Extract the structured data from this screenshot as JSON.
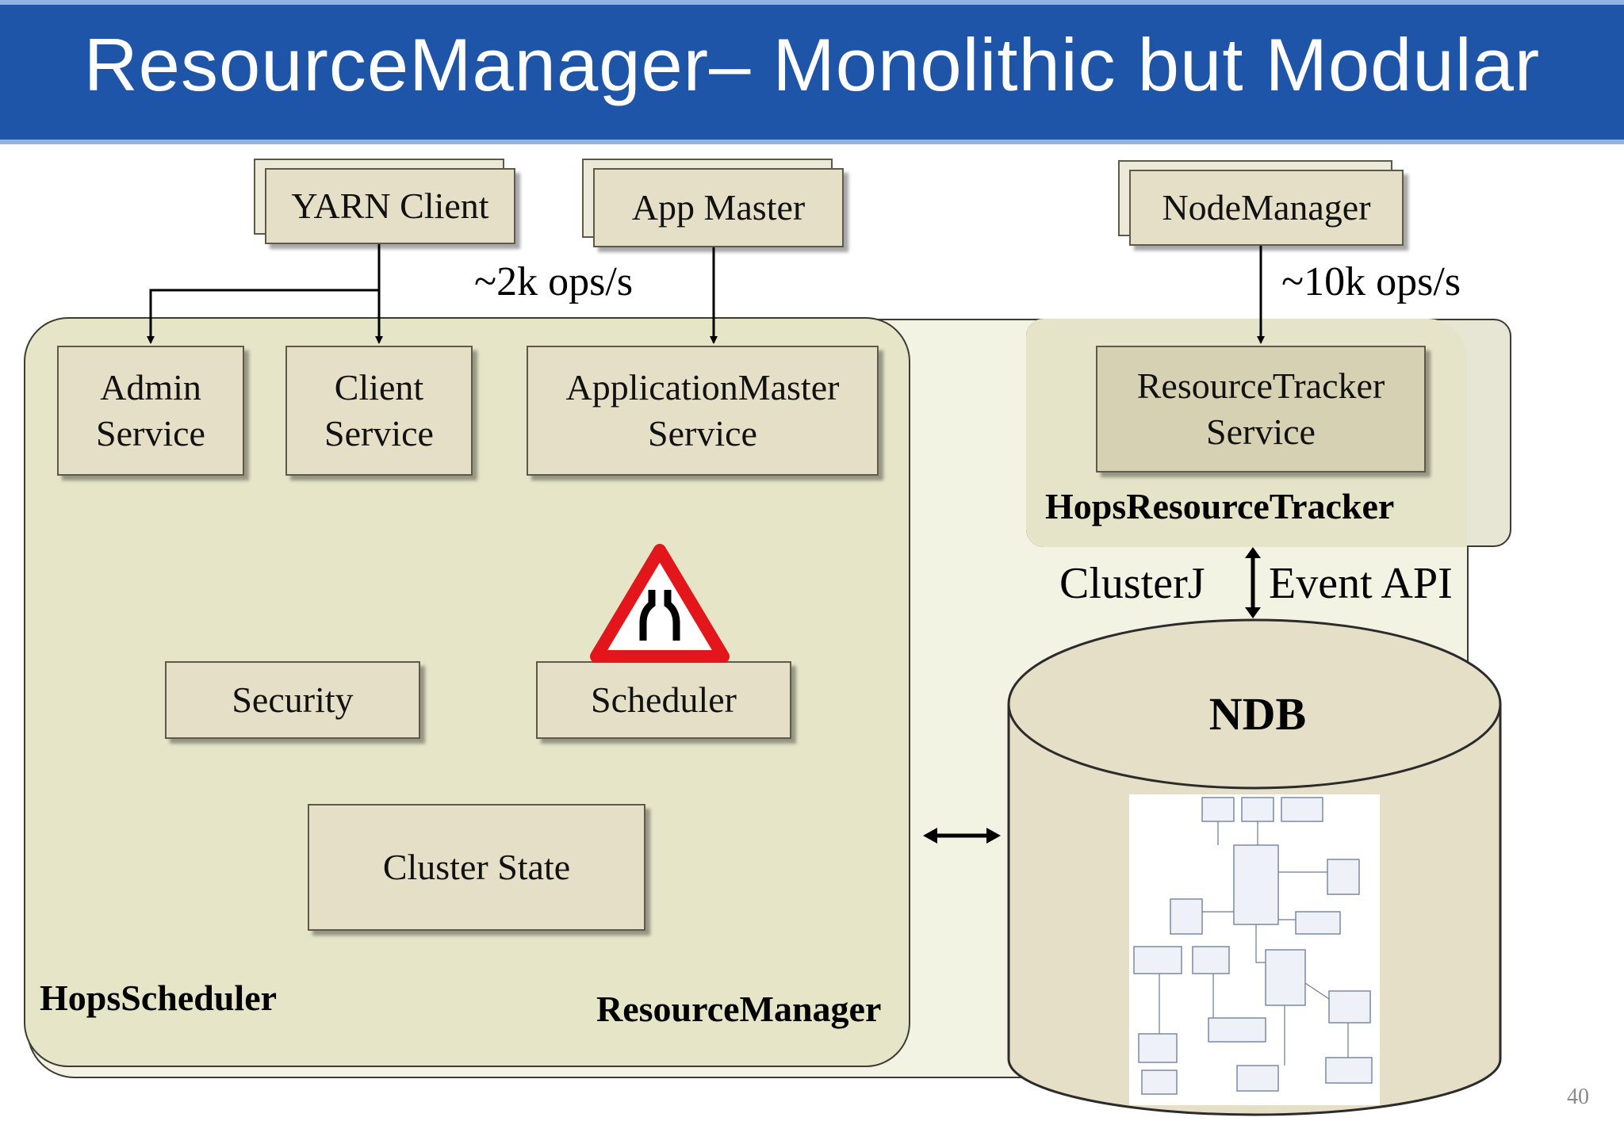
{
  "title": "ResourceManager– Monolithic but Modular",
  "clients": {
    "yarn_client": "YARN Client",
    "app_master": "App Master",
    "node_manager": "NodeManager"
  },
  "rates": {
    "client_rate": "~2k ops/s",
    "node_rate": "~10k ops/s"
  },
  "services": {
    "admin": [
      "Admin",
      "Service"
    ],
    "client": [
      "Client",
      "Service"
    ],
    "appmaster": [
      "ApplicationMaster",
      "Service"
    ],
    "tracker": [
      "ResourceTracker",
      "Service"
    ]
  },
  "components": {
    "security": "Security",
    "scheduler": "Scheduler",
    "cluster_state": "Cluster State"
  },
  "groups": {
    "hops_scheduler": "HopsScheduler",
    "resource_manager": "ResourceManager",
    "hops_resource_tracker": "HopsResourceTracker"
  },
  "links": {
    "clusterj": "ClusterJ",
    "event_api": "Event API"
  },
  "database": {
    "name": "NDB"
  },
  "page_number": "40",
  "colors": {
    "header": "#1f55a8",
    "box_fill": "#e4dfc6",
    "region_fill": "#e6e5c8",
    "warning_red": "#e2161b"
  }
}
